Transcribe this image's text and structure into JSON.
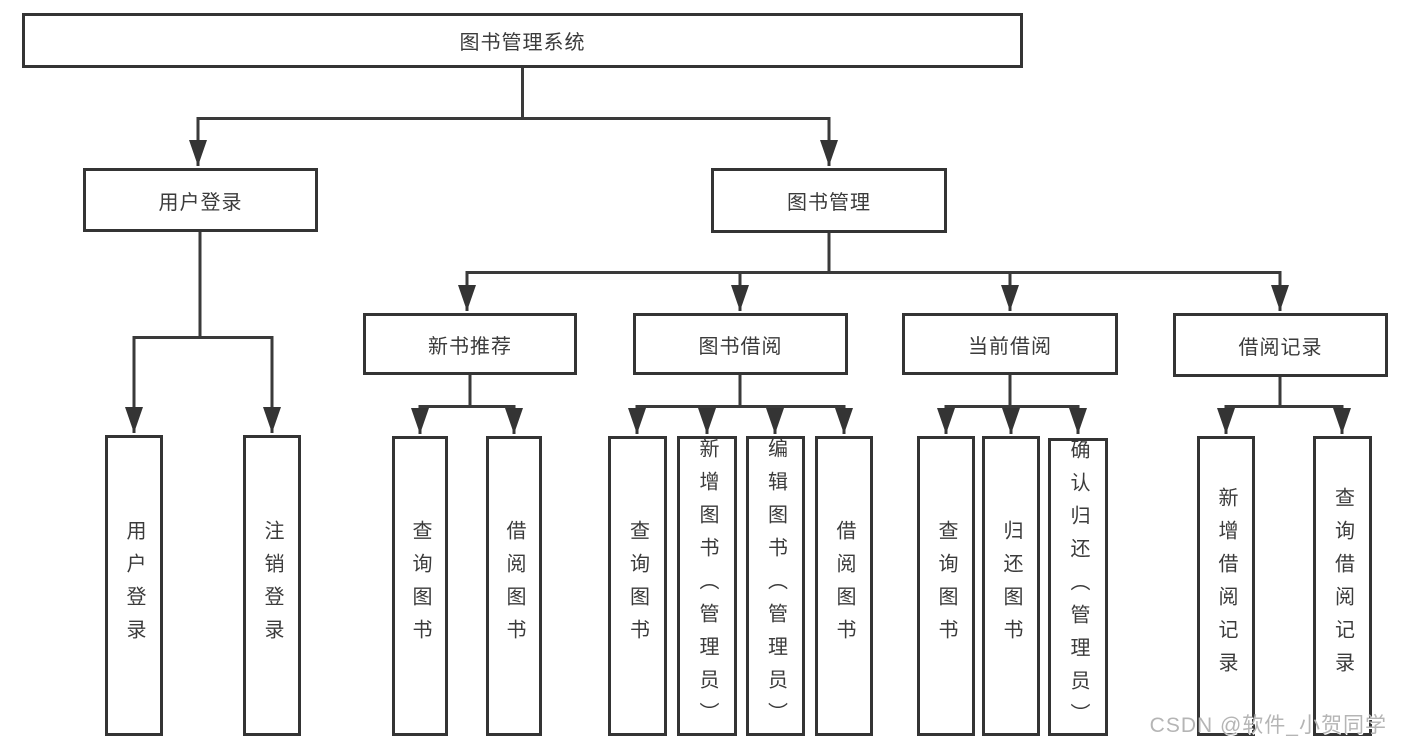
{
  "nodes": {
    "root": {
      "label": "图书管理系统"
    },
    "user_login": {
      "label": "用户登录"
    },
    "book_mgmt": {
      "label": "图书管理"
    },
    "new_book_rec": {
      "label": "新书推荐"
    },
    "book_borrow": {
      "label": "图书借阅"
    },
    "current_borrow": {
      "label": "当前借阅"
    },
    "borrow_records": {
      "label": "借阅记录"
    },
    "ul_login": {
      "label": "用户登录"
    },
    "ul_logout": {
      "label": "注销登录"
    },
    "nb_query": {
      "label": "查询图书"
    },
    "nb_borrow": {
      "label": "借阅图书"
    },
    "bb_query": {
      "label": "查询图书"
    },
    "bb_add": {
      "label": "新增图书（管理员）"
    },
    "bb_edit": {
      "label": "编辑图书（管理员）"
    },
    "bb_borrow": {
      "label": "借阅图书"
    },
    "cb_query": {
      "label": "查询图书"
    },
    "cb_return": {
      "label": "归还图书"
    },
    "cb_confirm": {
      "label": "确认归还（管理员）"
    },
    "br_add": {
      "label": "新增借阅记录"
    },
    "br_query": {
      "label": "查询借阅记录"
    }
  },
  "hierarchy": {
    "图书管理系统": [
      "用户登录",
      "图书管理"
    ],
    "用户登录": [
      "用户登录",
      "注销登录"
    ],
    "图书管理": [
      "新书推荐",
      "图书借阅",
      "当前借阅",
      "借阅记录"
    ],
    "新书推荐": [
      "查询图书",
      "借阅图书"
    ],
    "图书借阅": [
      "查询图书",
      "新增图书（管理员）",
      "编辑图书（管理员）",
      "借阅图书"
    ],
    "当前借阅": [
      "查询图书",
      "归还图书",
      "确认归还（管理员）"
    ],
    "借阅记录": [
      "新增借阅记录",
      "查询借阅记录"
    ]
  },
  "watermark": {
    "text": "CSDN @软件_小贺同学"
  },
  "colors": {
    "line": "#3a3a3a",
    "box_border": "#343434",
    "box_fill": "#ffffff",
    "text": "#3b3b3b",
    "watermark": "#b5b5b5",
    "background": "#ffffff"
  }
}
